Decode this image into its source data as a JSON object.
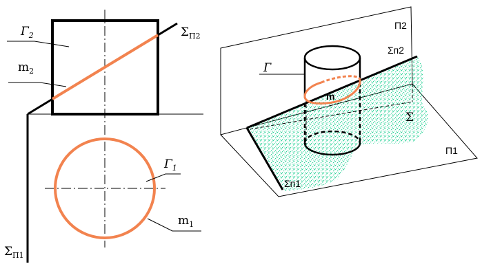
{
  "labels": {
    "g2_main": "Γ",
    "g2_sub": "2",
    "m2_main": "m",
    "m2_sub": "2",
    "sigma_p2_main": "Σ",
    "sigma_p2_sub": "П2",
    "g1_main": "Γ",
    "g1_sub": "1",
    "m1_main": "m",
    "m1_sub": "1",
    "sigma_p1_main": "Σ",
    "sigma_p1_sub": "П1",
    "pi2_3d": "П2",
    "gamma_3d": "Г",
    "m_3d": "m",
    "sigma_p2_3d": "Σп2",
    "sigma_3d": "Σ",
    "pi1_3d": "П1",
    "sigma_p1_3d": "Σп1"
  },
  "colors": {
    "line": "#000000",
    "curve": "#f2834f",
    "plane_fill": "#2ed39a"
  }
}
